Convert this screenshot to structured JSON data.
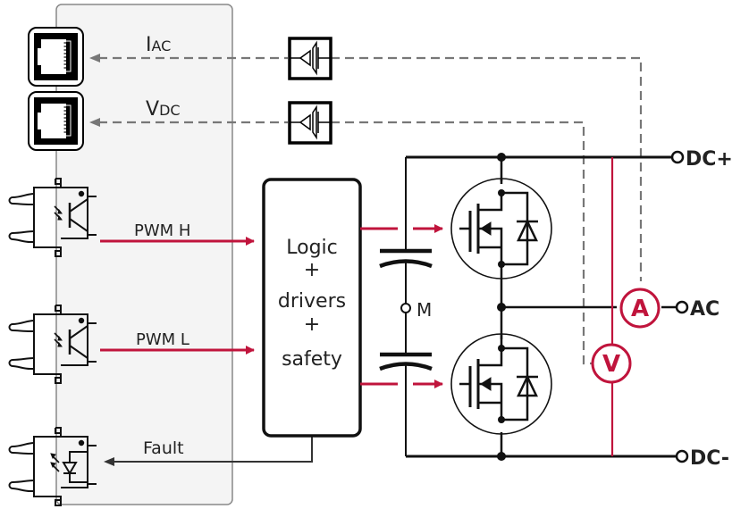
{
  "diagram": {
    "colors": {
      "signal": "#c0143c",
      "wire": "#111111",
      "feedback": "#777777",
      "panel_fill": "#f4f4f4",
      "panel_border": "#888888"
    },
    "feedback_signals": [
      {
        "main": "I",
        "sub": "AC",
        "connector": "rj45-port",
        "isolator": "isolated-amplifier"
      },
      {
        "main": "V",
        "sub": "DC",
        "connector": "rj45-port",
        "isolator": "isolated-amplifier"
      }
    ],
    "input_signals": [
      {
        "label": "PWM H",
        "device": "optocoupler-phototransistor"
      },
      {
        "label": "PWM L",
        "device": "optocoupler-phototransistor"
      }
    ],
    "output_signals": [
      {
        "label": "Fault",
        "device": "optocoupler-diode"
      }
    ],
    "logic_block": {
      "lines": [
        "Logic",
        "+",
        "drivers",
        "+",
        "safety"
      ]
    },
    "midpoint_label": "M",
    "terminals": {
      "dc_plus": "DC+",
      "ac": "AC",
      "dc_minus": "DC-"
    },
    "meters": {
      "ammeter": "A",
      "voltmeter": "V"
    }
  }
}
